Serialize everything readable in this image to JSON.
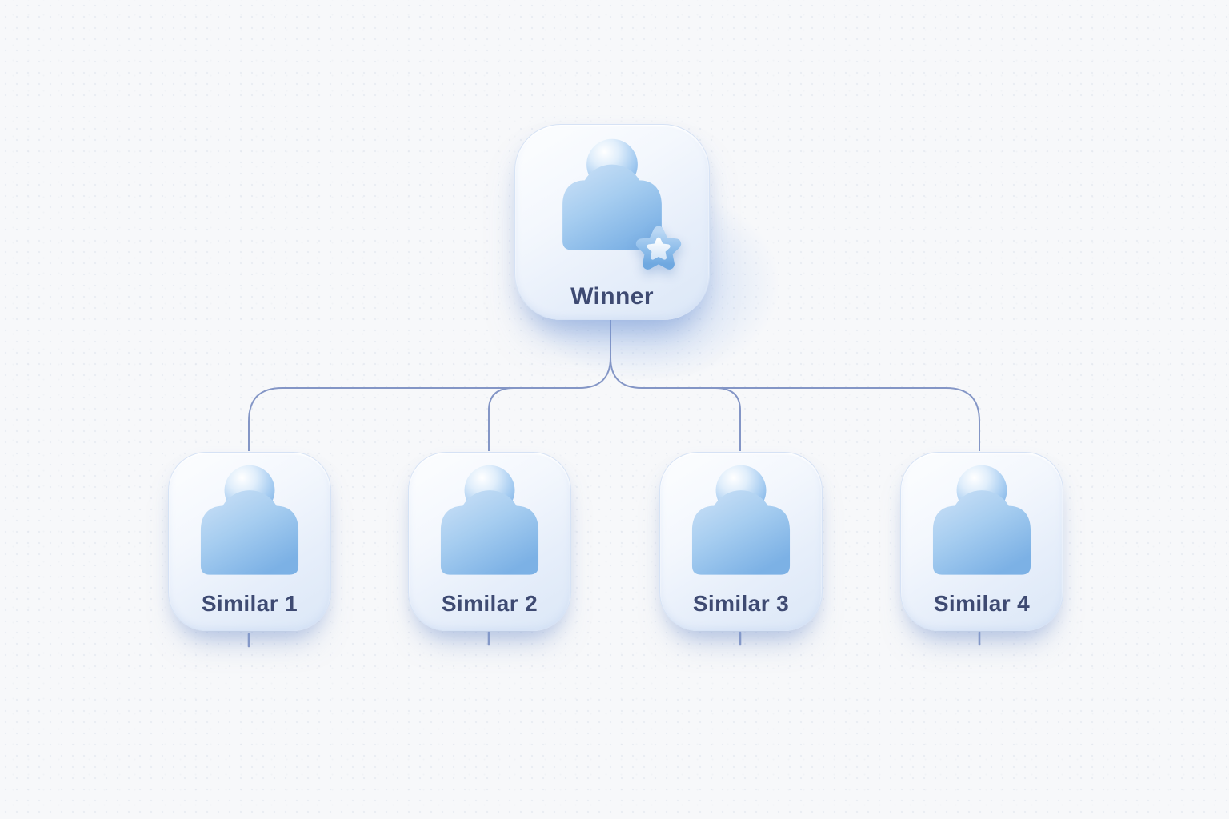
{
  "diagram": {
    "type": "tree",
    "root": {
      "label": "Winner",
      "icon": "person-with-star"
    },
    "children": [
      {
        "label": "Similar 1",
        "icon": "person"
      },
      {
        "label": "Similar 2",
        "icon": "person"
      },
      {
        "label": "Similar 3",
        "icon": "person"
      },
      {
        "label": "Similar 4",
        "icon": "person"
      }
    ],
    "colors": {
      "background": "#f7f8fa",
      "card_top": "#fdfeff",
      "card_bottom": "#dbe7f7",
      "person_blue": "#7fb3e6",
      "connector": "#8496c6",
      "label_text": "#3e4a72",
      "star_outer": "#74abe1",
      "star_inner": "#f2f8fe"
    }
  }
}
